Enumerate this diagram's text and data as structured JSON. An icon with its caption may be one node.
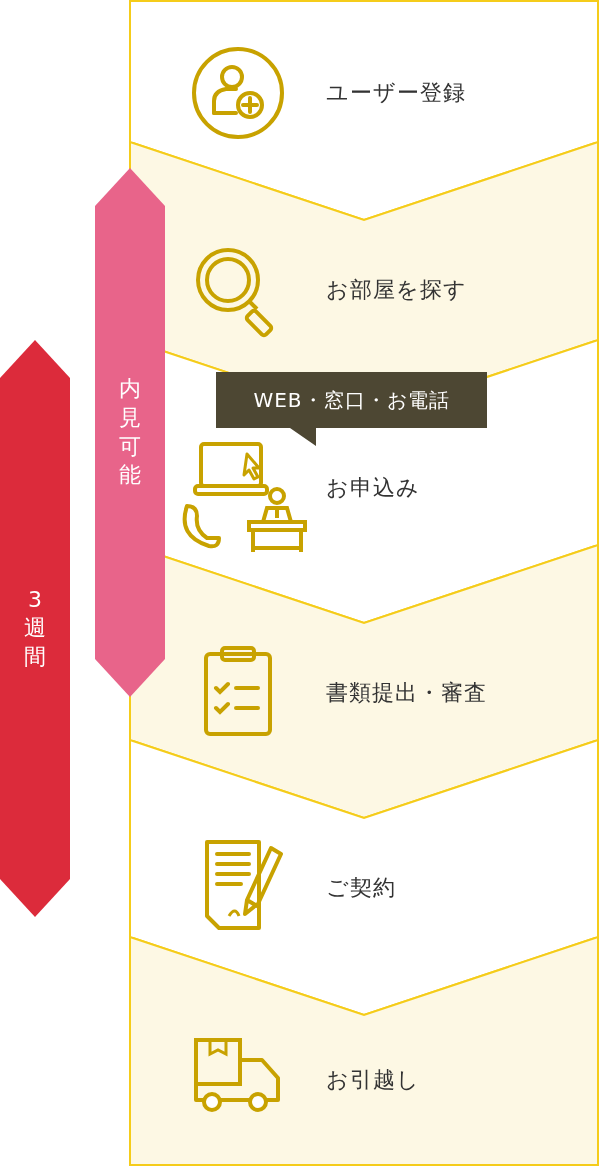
{
  "diagram": {
    "nodes": [
      {
        "text": [
          "ユーザー登録"
        ]
      },
      {
        "text": [
          "お部屋を探す"
        ]
      },
      {
        "text": [
          "お申込み"
        ]
      },
      {
        "text": [
          "書類提出・審査"
        ]
      },
      {
        "text": [
          "ご契約"
        ]
      },
      {
        "text": [
          "お引越し"
        ]
      },
      {
        "text": [
          "内見可能"
        ]
      },
      {
        "text": [
          "3週間"
        ]
      },
      {
        "text": [
          "WEB・窓口・お電話"
        ]
      }
    ]
  }
}
